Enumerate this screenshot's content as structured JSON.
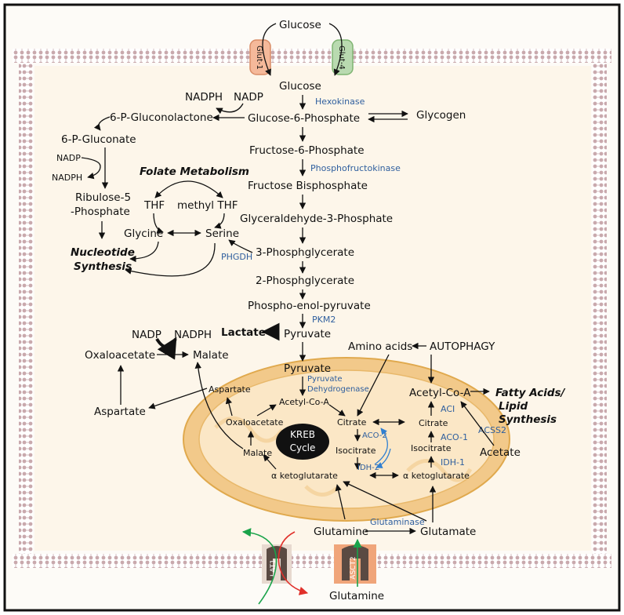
{
  "glycolysis": {
    "glucose_out": "Glucose",
    "glucose_in": "Glucose",
    "g6p": "Glucose-6-Phosphate",
    "glycogen": "Glycogen",
    "f6p": "Fructose-6-Phosphate",
    "fbp": "Fructose Bisphosphate",
    "g3p": "Glyceraldehyde-3-Phosphate",
    "pg3": "3-Phosphglycerate",
    "pg2": "2-Phosphglycerate",
    "pep": "Phospho-enol-pyruvate",
    "pyruvate": "Pyruvate",
    "lactate": "Lactate"
  },
  "enzymes": {
    "hexokinase": "Hexokinase",
    "pfk": "Phosphofructokinase",
    "phgdh": "PHGDH",
    "pkm2": "PKM2",
    "pdh_1": "Pyruvate",
    "pdh_2": "Dehydrogenase",
    "aco2": "ACO-2",
    "idh2": "IDH-2",
    "aci": "ACI",
    "aco1": "ACO-1",
    "idh1": "IDH-1",
    "acss2": "ACSS2",
    "glutaminase": "Glutaminase"
  },
  "transporters": {
    "glut1": "Glut-1",
    "glut4": "Glut-4",
    "lat1": "LAT1",
    "asct2": "ASCT2"
  },
  "ppp": {
    "nadph_top": "NADPH",
    "nadp_top": "NADP",
    "gluconolactone": "6-P-Gluconolactone",
    "gluconate": "6-P-Gluconate",
    "nadp_mid": "NADP",
    "nadph_mid": "NADPH",
    "ribulose_1": "Ribulose-5",
    "ribulose_2": "-Phosphate",
    "nucleotide_1": "Nucleotide",
    "nucleotide_2": "Synthesis"
  },
  "folate": {
    "title": "Folate Metabolism",
    "thf": "THF",
    "methyl_thf": "methyl THF",
    "glycine": "Glycine",
    "serine": "Serine"
  },
  "cytosol": {
    "nadp": "NADP",
    "nadph": "NADPH",
    "oxaloacetate": "Oxaloacetate",
    "malate": "Malate",
    "aspartate": "Aspartate",
    "amino_acids": "Amino acids",
    "autophagy": "AUTOPHAGY",
    "acetyl_coa": "Acetyl-Co-A",
    "fatty_1": "Fatty Acids/",
    "fatty_2": "Lipid",
    "fatty_3": "Synthesis",
    "citrate": "Citrate",
    "isocitrate": "Isocitrate",
    "akg": "α ketoglutarate",
    "acetate": "Acetate",
    "glutamate": "Glutamate",
    "glutamine_in": "Glutamine",
    "glutamine_out": "Glutamine"
  },
  "mito": {
    "pyruvate": "Pyruvate",
    "aspartate": "Aspartate",
    "acetyl_coa": "Acetyl-Co-A",
    "oxaloacetate": "Oxaloacetate",
    "citrate": "Citrate",
    "kreb_1": "KREB",
    "kreb_2": "Cycle",
    "isocitrate": "Isocitrate",
    "malate": "Malate",
    "akg": "α ketoglutarate"
  },
  "colors": {
    "membrane": "#c9a9ad",
    "mito_outer": "#f2c98a",
    "mito_inner": "#fbe7c6",
    "glut1": "#f5b99a",
    "glut4": "#b9dab0",
    "enzyme": "#2f5f9e",
    "arrow_green": "#1aa34a",
    "arrow_red": "#e0302a"
  }
}
